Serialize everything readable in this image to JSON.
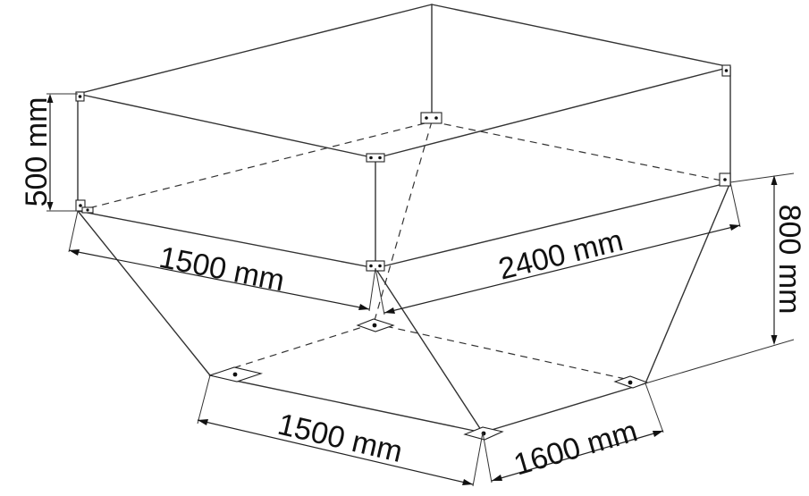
{
  "diagram": {
    "dimensions": {
      "height_top": "500 mm",
      "height_bottom": "800 mm",
      "top_front_width": "1500 mm",
      "top_side_length": "2400 mm",
      "bottom_front_width": "1500 mm",
      "bottom_side_length": "1600 mm"
    },
    "colors": {
      "line": "#333333",
      "text": "#111111",
      "background": "#ffffff"
    }
  }
}
